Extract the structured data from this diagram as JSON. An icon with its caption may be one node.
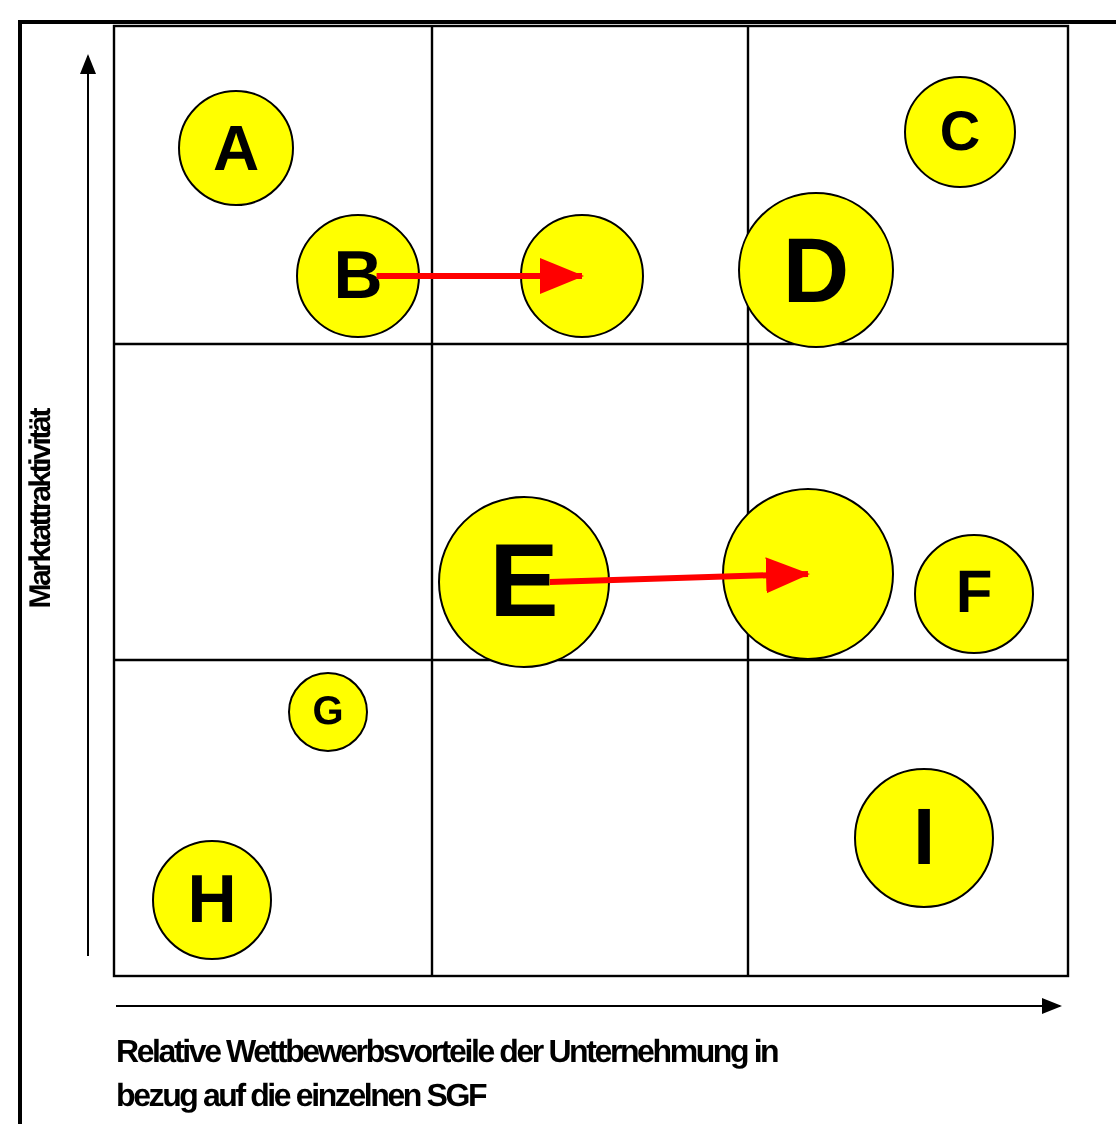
{
  "diagram": {
    "nodes": [
      {
        "text": [
          "A"
        ]
      },
      {
        "text": [
          "C"
        ]
      },
      {
        "text": [
          "B"
        ]
      },
      {
        "text": [],
        "shape": "circle"
      },
      {
        "text": [
          "D"
        ]
      },
      {
        "text": [
          "E"
        ]
      },
      {
        "text": [],
        "shape": "circle"
      },
      {
        "text": [
          "F"
        ]
      },
      {
        "text": [
          "G"
        ]
      },
      {
        "text": [
          "H"
        ]
      },
      {
        "text": [
          "I"
        ]
      }
    ],
    "edges": [
      {
        "from": 2,
        "to": 3,
        "arrow": "to",
        "color": "#ff0000"
      },
      {
        "from": 5,
        "to": 6,
        "arrow": "to",
        "color": "#ff0000"
      }
    ],
    "labels": [
      "Marktattraktivität",
      "Relative Wettbewerbsvorteile der Unternehmung in bezug auf die einzelnen SGF"
    ]
  }
}
